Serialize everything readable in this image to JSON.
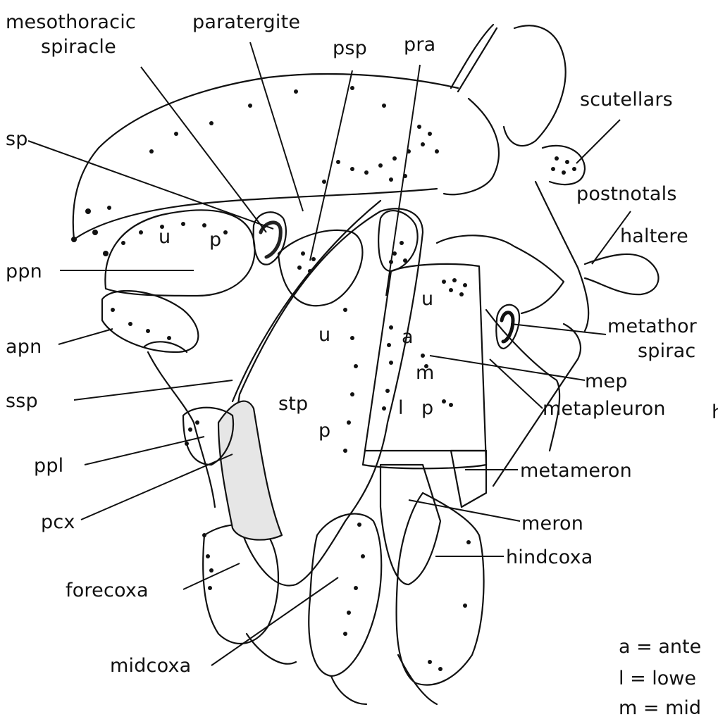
{
  "labels": {
    "mesothoracic_spiracle": [
      "mesothoracic",
      "spiracle"
    ],
    "paratergite": "paratergite",
    "psp": "psp",
    "pra": "pra",
    "scutellars": "scutellars",
    "sp": "sp",
    "postnotals": "postnotals",
    "haltere": "haltere",
    "ppn": "ppn",
    "metathoracic_spiracle": [
      "metathor",
      "spirac"
    ],
    "apn": "apn",
    "mep": "mep",
    "ssp": "ssp",
    "metapleuron": "metapleuron",
    "ppl": "ppl",
    "metameron": "metameron",
    "pcx": "pcx",
    "meron": "meron",
    "hindcoxa": "hindcoxa",
    "forecoxa": "forecoxa",
    "midcoxa": "midcoxa",
    "stp": "stp"
  },
  "inline_letters": {
    "u_ppn": "u",
    "p_ppn": "p",
    "u_stp": "u",
    "p_stp": "p",
    "u_mep": "u",
    "a_mep": "a",
    "m_mep": "m",
    "l_mep": "l",
    "p_mep": "p",
    "h_cut": "h"
  },
  "key": [
    "a = ante",
    "l = lowe",
    "m = mid"
  ]
}
